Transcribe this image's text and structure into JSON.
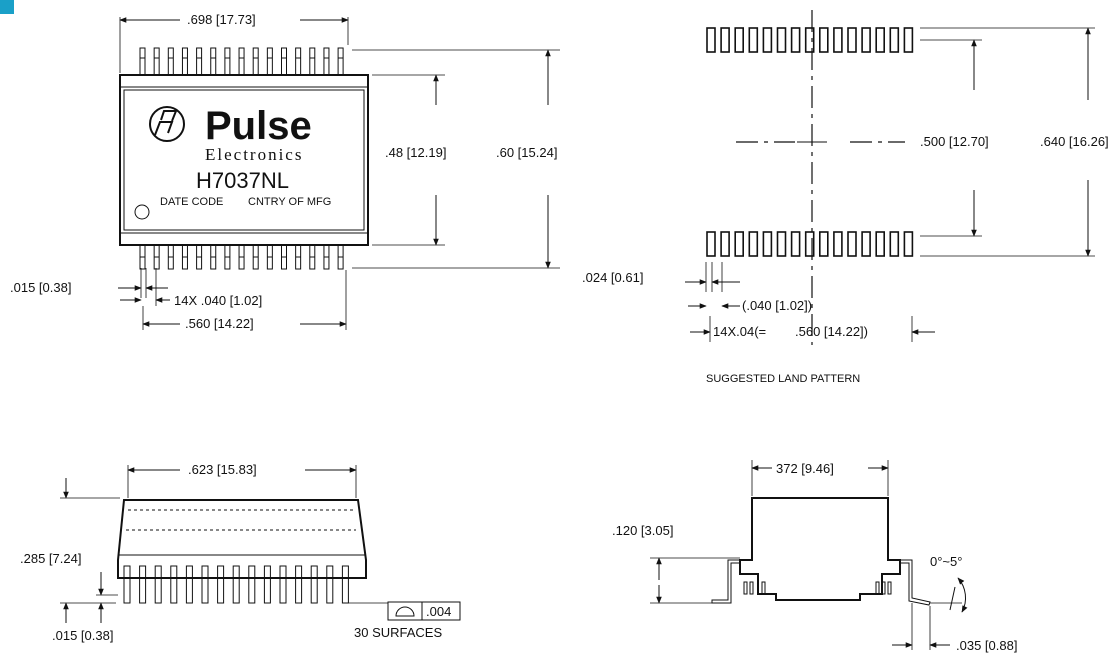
{
  "colors": {
    "corner_tab": "#1aa0c8",
    "ink": "#111111"
  },
  "top_view": {
    "overall_width": ".698 [17.73]",
    "body_height": ".48 [12.19]",
    "overall_height": ".60 [15.24]",
    "lead_width": ".015 [0.38]",
    "pitch": "14X .040 [1.02]",
    "row_span": ".560 [14.22]",
    "logo_text": "Pulse",
    "logo_sub": "Electronics",
    "part_number": "H7037NL",
    "date_code": "DATE CODE",
    "country": "CNTRY OF MFG"
  },
  "land_pattern": {
    "row_height": ".500 [12.70]",
    "overall": ".640 [16.26]",
    "pad_width": ".024 [0.61]",
    "pitch": "(.040 [1.02])",
    "span_prefix": "14X.04(=",
    "span_value": ".560 [14.22])",
    "title": "SUGGESTED LAND PATTERN"
  },
  "side_view": {
    "body_length": ".623 [15.83]",
    "height": ".285 [7.24]",
    "standoff": ".015 [0.38]",
    "flatness_value": ".004",
    "surfaces": "30 SURFACES"
  },
  "end_view": {
    "top_width": "372 [9.46]",
    "lead_height": ".120 [3.05]",
    "angle": "0°~5°",
    "foot_length": ".035 [0.88]"
  }
}
